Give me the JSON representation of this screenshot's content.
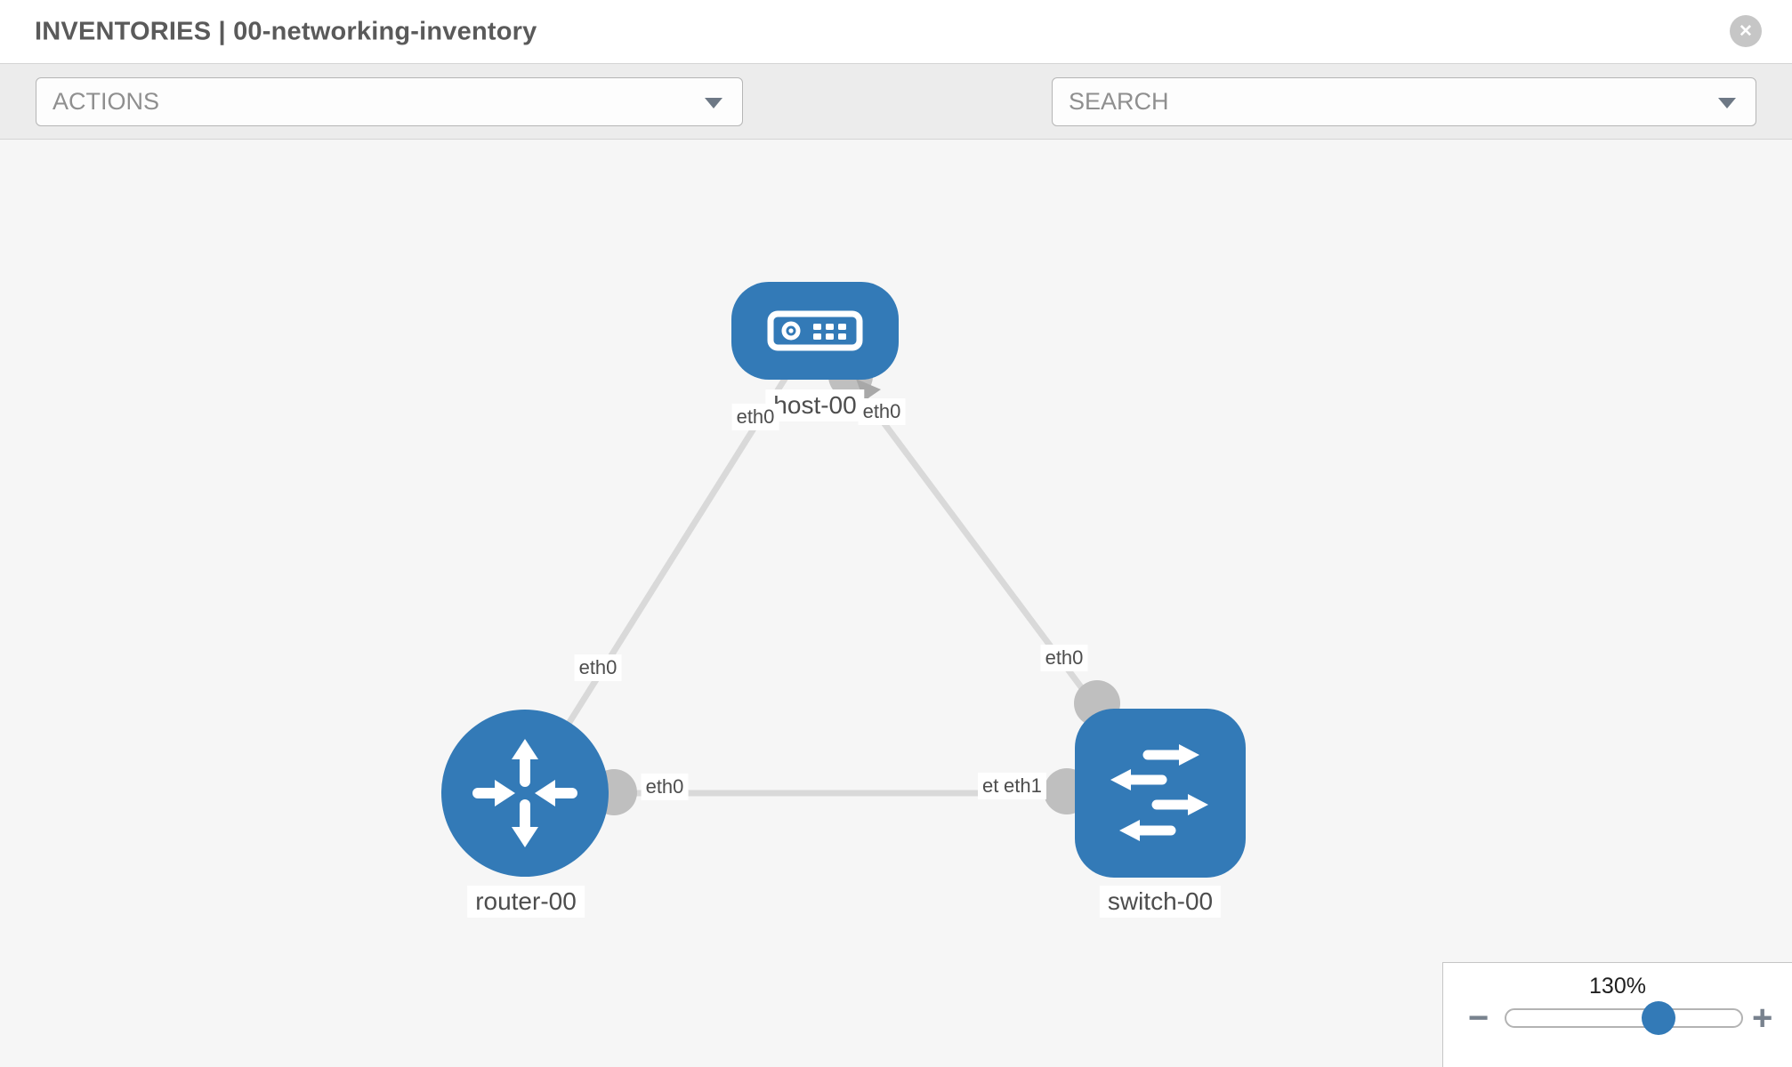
{
  "header": {
    "title": "INVENTORIES | 00-networking-inventory",
    "close_glyph": "✕"
  },
  "toolbar": {
    "actions_label": "ACTIONS",
    "search_label": "SEARCH"
  },
  "diagram": {
    "nodes": [
      {
        "label": "host-00",
        "type": "host"
      },
      {
        "label": "router-00",
        "type": "router"
      },
      {
        "label": "switch-00",
        "type": "switch"
      }
    ],
    "links": [
      {
        "source": "router-00",
        "target": "host-00",
        "source_interface": "eth0",
        "target_interface": "eth0"
      },
      {
        "source": "switch-00",
        "target": "host-00",
        "source_interface": "eth0",
        "target_interface": "eth0"
      },
      {
        "source": "router-00",
        "target": "switch-00",
        "source_interface": "eth0",
        "mid_interface": "eth1",
        "target_interface": "eth1"
      }
    ]
  },
  "zoom_control": {
    "level": "130%",
    "minus_glyph": "−",
    "plus_glyph": "+"
  },
  "colors": {
    "node_fill": "#337ab7",
    "link": "#d9d9d9",
    "endpoint": "#bfbfbf",
    "thumb": "#337ab7"
  }
}
